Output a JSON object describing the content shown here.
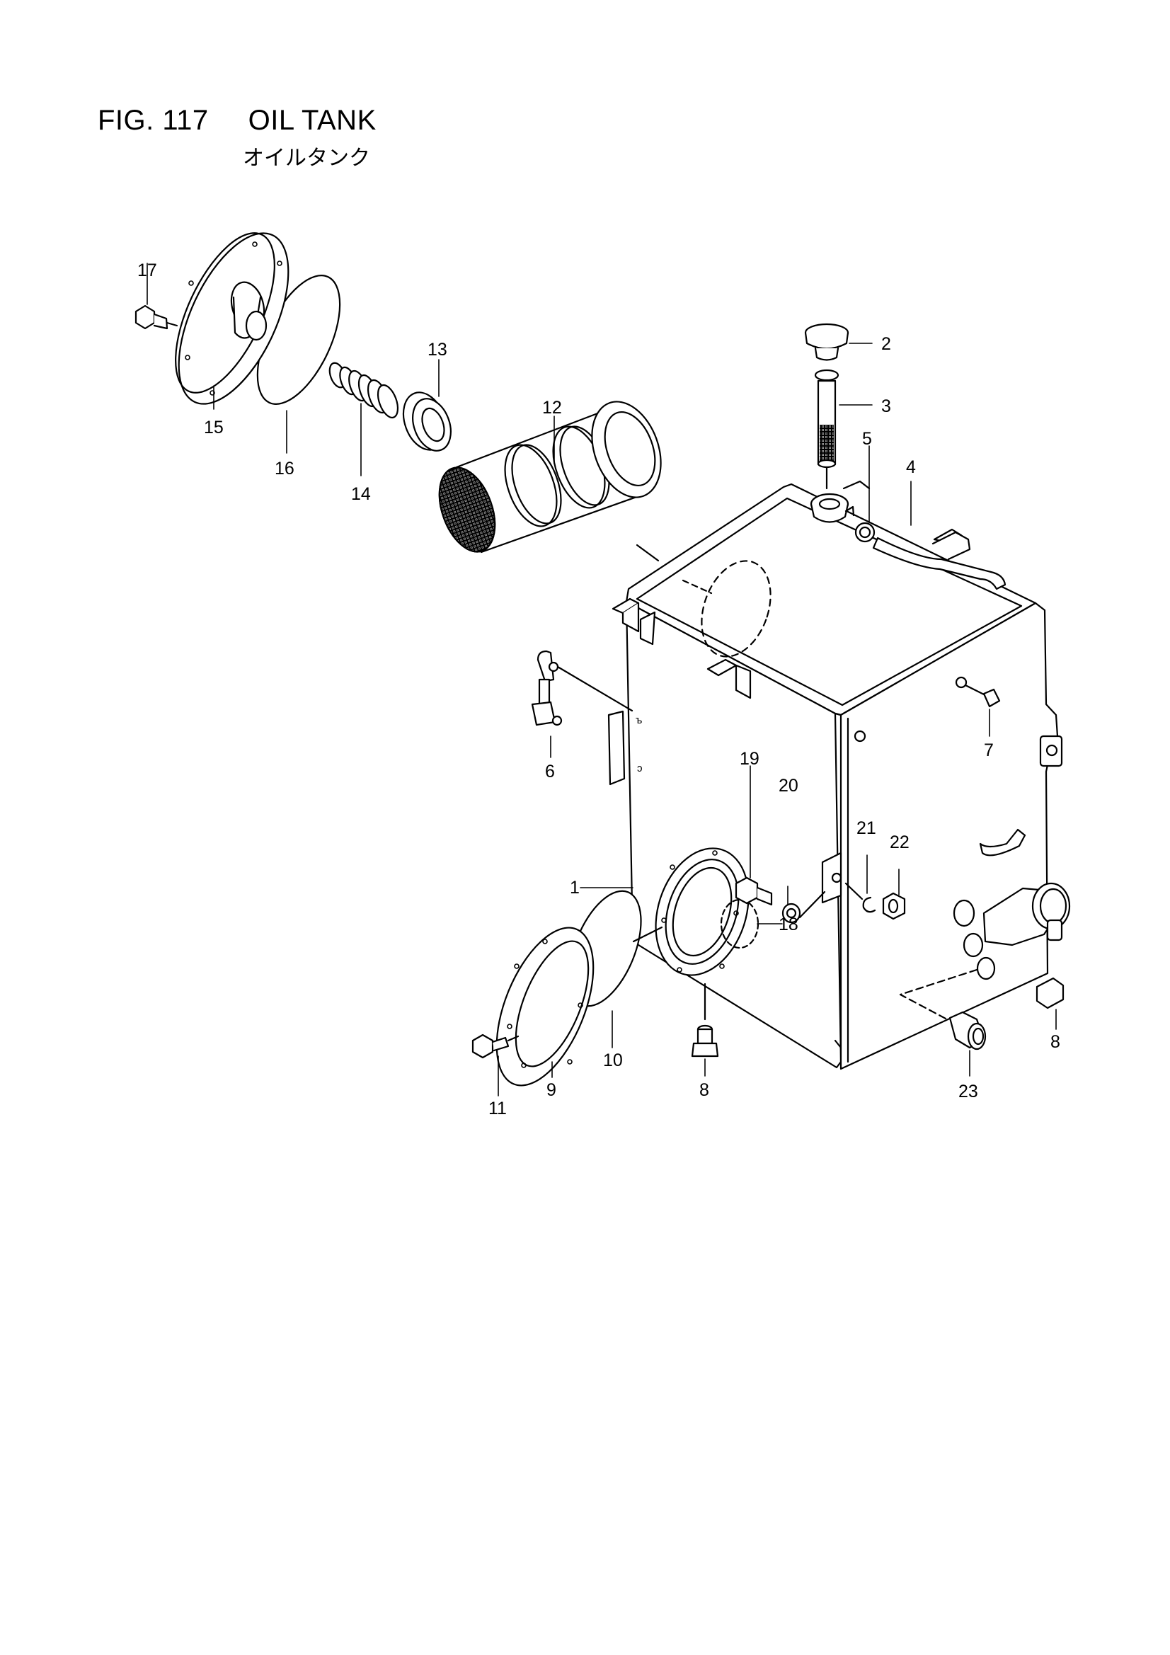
{
  "figure": {
    "number_label": "FIG. 117",
    "title": "OIL TANK",
    "subtitle": "オイルタンク"
  },
  "callouts": {
    "c1": "1",
    "c2": "2",
    "c3": "3",
    "c4": "4",
    "c5": "5",
    "c6": "6",
    "c7": "7",
    "c8a": "8",
    "c8b": "8",
    "c9": "9",
    "c10": "10",
    "c11": "11",
    "c12": "12",
    "c13": "13",
    "c14": "14",
    "c15": "15",
    "c16": "16",
    "c17": "17",
    "c18": "18",
    "c19": "19",
    "c20": "20",
    "c21": "21",
    "c22": "22",
    "c23": "23"
  },
  "colors": {
    "line": "#000000",
    "paper": "#ffffff",
    "shade": "#555555"
  }
}
